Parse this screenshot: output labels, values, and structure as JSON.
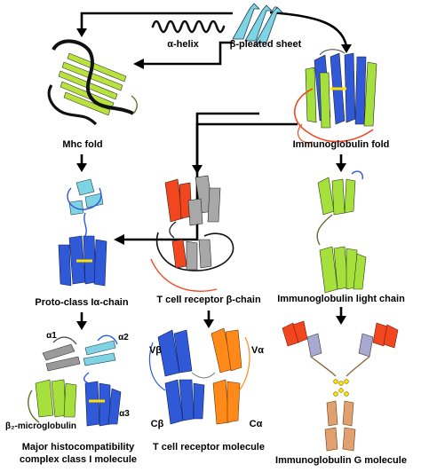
{
  "labels": {
    "alpha_helix": "α-helix",
    "beta_sheet": "β-pleated sheet",
    "mhc_fold": "Mhc fold",
    "ig_fold": "Immunoglobulin fold",
    "proto_class": "Proto-class Iα-chain",
    "tcr_beta_chain": "T cell receptor β-chain",
    "ig_light_chain": "Immunoglobulin light chain",
    "mhc_molecule_line1": "Major histocompatibility",
    "mhc_molecule_line2": "complex class I molecule",
    "tcr_molecule": "T cell receptor molecule",
    "igg_molecule": "Immunoglobulin G molecule",
    "alpha1": "α1",
    "alpha2": "α2",
    "alpha3": "α3",
    "b2m": "β₂-microglobulin",
    "v_beta": "Vβ",
    "v_alpha": "Vα",
    "c_beta": "Cβ",
    "c_alpha": "Cα"
  },
  "colors": {
    "helix": "#111111",
    "sheet_cyan": "#7fd4e3",
    "sheet_blue": "#2f59d6",
    "sheet_green": "#a6e03c",
    "sheet_red": "#f2461e",
    "sheet_orange": "#ff8a1a",
    "sheet_gray": "#a8a8a8",
    "disulfide": "#ffe100"
  }
}
